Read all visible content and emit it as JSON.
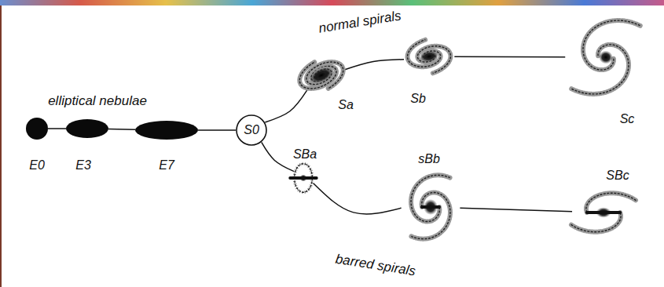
{
  "diagram": {
    "nodes": [
      {
        "text": [
          "E0"
        ]
      },
      {
        "text": [
          "E3"
        ]
      },
      {
        "text": [
          "E7"
        ]
      },
      {
        "text": [
          "S0"
        ]
      },
      {
        "text": [
          "Sa"
        ]
      },
      {
        "text": [
          "Sb"
        ]
      },
      {
        "text": [
          "Sc"
        ]
      },
      {
        "text": [
          "SBa"
        ]
      },
      {
        "text": [
          "sBb"
        ]
      },
      {
        "text": [
          "SBc"
        ]
      }
    ],
    "edges": [
      {
        "from": 0,
        "to": 1,
        "arrow": "none"
      },
      {
        "from": 1,
        "to": 2,
        "arrow": "none"
      },
      {
        "from": 2,
        "to": 3,
        "arrow": "none"
      },
      {
        "from": 3,
        "to": 4,
        "arrow": "none"
      },
      {
        "from": 4,
        "to": 5,
        "arrow": "none"
      },
      {
        "from": 5,
        "to": 6,
        "arrow": "none"
      },
      {
        "from": 3,
        "to": 7,
        "arrow": "none"
      },
      {
        "from": 7,
        "to": 8,
        "arrow": "none"
      },
      {
        "from": 8,
        "to": 9,
        "arrow": "none"
      }
    ],
    "labels": [
      "normal spirals",
      "elliptical nebulae",
      "barred spirals"
    ]
  }
}
